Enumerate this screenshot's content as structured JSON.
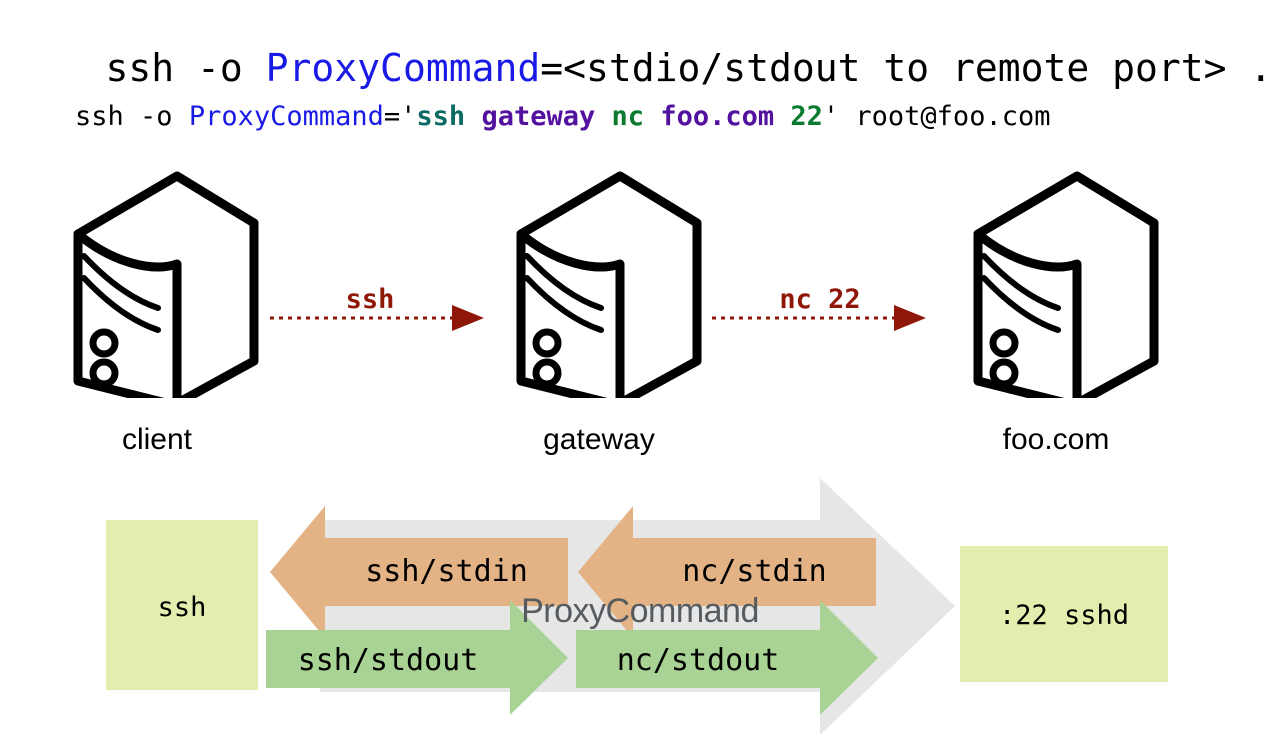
{
  "title_line": {
    "segments": [
      {
        "text": "ssh -o ",
        "color": "black"
      },
      {
        "text": "ProxyCommand",
        "color": "blue"
      },
      {
        "text": "=<stdio/stdout to remote port> ...",
        "color": "black"
      }
    ],
    "plain": "ssh -o ProxyCommand=<stdio/stdout to remote port> ..."
  },
  "example_line": {
    "segments": [
      {
        "text": "ssh -o ",
        "color": "black"
      },
      {
        "text": "ProxyCommand",
        "color": "blue"
      },
      {
        "text": "='",
        "color": "black"
      },
      {
        "text": "ssh",
        "color": "teal"
      },
      {
        "text": " ",
        "color": "black"
      },
      {
        "text": "gateway",
        "color": "purple"
      },
      {
        "text": " ",
        "color": "black"
      },
      {
        "text": "nc",
        "color": "green"
      },
      {
        "text": " ",
        "color": "black"
      },
      {
        "text": "foo.com",
        "color": "purple"
      },
      {
        "text": " ",
        "color": "black"
      },
      {
        "text": "22",
        "color": "green"
      },
      {
        "text": "' root@foo.com",
        "color": "black"
      }
    ],
    "plain": "ssh -o ProxyCommand='ssh gateway nc foo.com 22' root@foo.com"
  },
  "nodes": [
    {
      "id": "client",
      "label": "client"
    },
    {
      "id": "gateway",
      "label": "gateway"
    },
    {
      "id": "foo",
      "label": "foo.com"
    }
  ],
  "links": [
    {
      "id": "client-to-gateway",
      "label": "ssh",
      "color": "#8f1707"
    },
    {
      "id": "gateway-to-foo",
      "label": "nc 22",
      "color": "#8f1707"
    }
  ],
  "flow": {
    "proxy_command_label": "ProxyCommand",
    "left_box_label": "ssh",
    "right_box_label": ":22 sshd",
    "stdin_arrows": [
      {
        "id": "ssh-stdin",
        "label": "ssh/stdin"
      },
      {
        "id": "nc-stdin",
        "label": "nc/stdin"
      }
    ],
    "stdout_arrows": [
      {
        "id": "ssh-stdout",
        "label": "ssh/stdout"
      },
      {
        "id": "nc-stdout",
        "label": "nc/stdout"
      }
    ]
  },
  "colors": {
    "keyword_blue": "#1a1ae6",
    "ssh_teal": "#0b6a63",
    "host_purple": "#52119e",
    "nc_green": "#0a7a2e",
    "link_dark_red": "#8f1707",
    "box_yellow": "#e3edae",
    "arrow_orange": "#e3b385",
    "arrow_green": "#a8d394",
    "proxy_grey": "#e6e6e6",
    "proxy_text_grey": "#565b60"
  }
}
